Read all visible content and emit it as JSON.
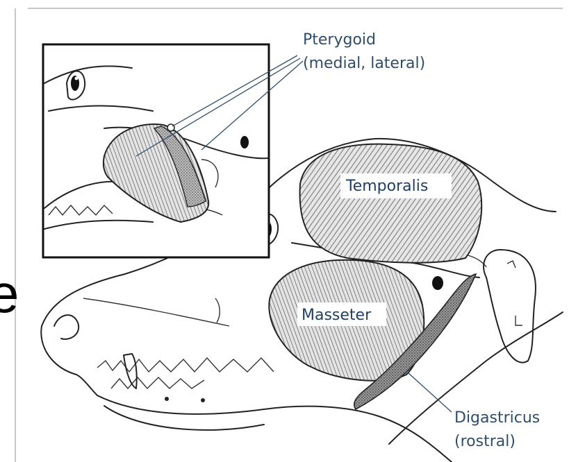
{
  "labels": {
    "pterygoid_line1": "Pterygoid",
    "pterygoid_line2": "(medial, lateral)",
    "temporalis": "Temporalis",
    "masseter": "Masseter",
    "digastricus_line1": "Digastricus",
    "digastricus_line2": "(rostral)"
  },
  "cropped_letter": "e",
  "colors": {
    "label_text": "#2e4d6b",
    "outline": "#222222",
    "muscle_fill": "#cfcfcf",
    "digastric_fill": "#8f8f8f"
  }
}
